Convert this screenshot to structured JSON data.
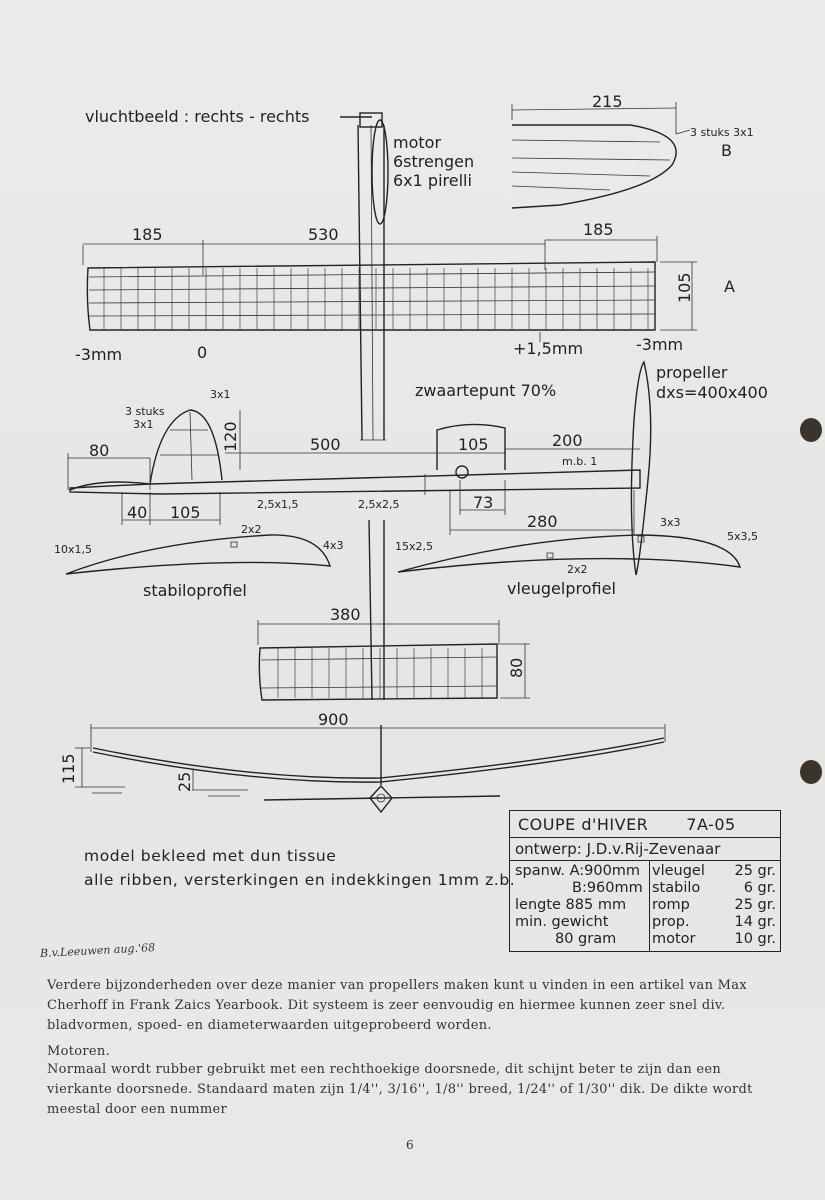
{
  "drawing": {
    "flight_pattern": "vluchtbeeld : rechts - rechts",
    "motor": [
      "motor",
      "6strengen",
      "6x1 pirelli"
    ],
    "wing": {
      "dim_left": "185",
      "dim_center": "530",
      "dim_right": "185",
      "chord": "105",
      "view_label": "A",
      "washout_left": "-3mm",
      "zero": "0",
      "washin": "+1,5mm",
      "washout_right": "-3mm"
    },
    "tip_detail": {
      "width": "215",
      "note": "3 stuks 3x1",
      "view_label": "B"
    },
    "cg": "zwaartepunt 70%",
    "propeller": [
      "propeller",
      "dxs=400x400"
    ],
    "fin": {
      "note": "3 stuks",
      "note2": "3x1",
      "top": "3x1",
      "height": "120"
    },
    "fuselage": {
      "d80": "80",
      "d500": "500",
      "d105": "105",
      "d200": "200",
      "mb": "m.b. 1",
      "d40": "40",
      "d105b": "105",
      "d73": "73",
      "d280": "280",
      "s1": "2,5x1,5",
      "s2": "2,5x2,5",
      "s3": "3x3"
    },
    "stab_profile": {
      "lead": "10x1,5",
      "spar": "2x2",
      "trail": "4x3",
      "label": "stabiloprofiel"
    },
    "wing_profile": {
      "lead": "15x2,5",
      "spar": "2x2",
      "trail": "5x3,5",
      "label": "vleugelprofiel"
    },
    "stab": {
      "span": "380",
      "chord": "80"
    },
    "front": {
      "span": "900",
      "dihedral": "115",
      "stab_dihedral": "25"
    }
  },
  "spec": {
    "title": "COUPE d'HIVER",
    "code": "7A-05",
    "design": "ontwerp: J.D.v.Rij-Zevenaar",
    "left": [
      "spanw. A:900mm",
      "B:960mm",
      "lengte 885 mm",
      "min. gewicht",
      "80 gram"
    ],
    "weights": [
      {
        "part": "vleugel",
        "value": "25 gr."
      },
      {
        "part": "stabilo",
        "value": "6 gr."
      },
      {
        "part": "romp",
        "value": "25 gr."
      },
      {
        "part": "prop.",
        "value": "14 gr."
      },
      {
        "part": "motor",
        "value": "10 gr."
      }
    ]
  },
  "notes": [
    "model bekleed met dun tissue",
    "alle ribben, versterkingen en indekkingen 1mm z.b."
  ],
  "signature": "B.v.Leeuwen aug.'68",
  "paragraph1": "Verdere bijzonderheden over deze manier van propellers maken kunt u vinden in een artikel van Max Cherhoff in Frank Zaics Yearbook. Dit systeem is zeer eenvoudig en hiermee kunnen zeer snel div. bladvormen, spoed- en diameterwaarden uitgeprobeerd worden.",
  "heading": "Motoren.",
  "paragraph2": "Normaal wordt rubber gebruikt met een rechthoekige doorsnede, dit schijnt beter te zijn dan een vierkante doorsnede. Standaard maten zijn 1/4'', 3/16'', 1/8'' breed, 1/24'' of 1/30'' dik. De dikte wordt meestal door een nummer",
  "page_number": "6",
  "colors": {
    "paper": "#e9e9e7",
    "ink": "#222222",
    "hole": "#3a342c"
  }
}
